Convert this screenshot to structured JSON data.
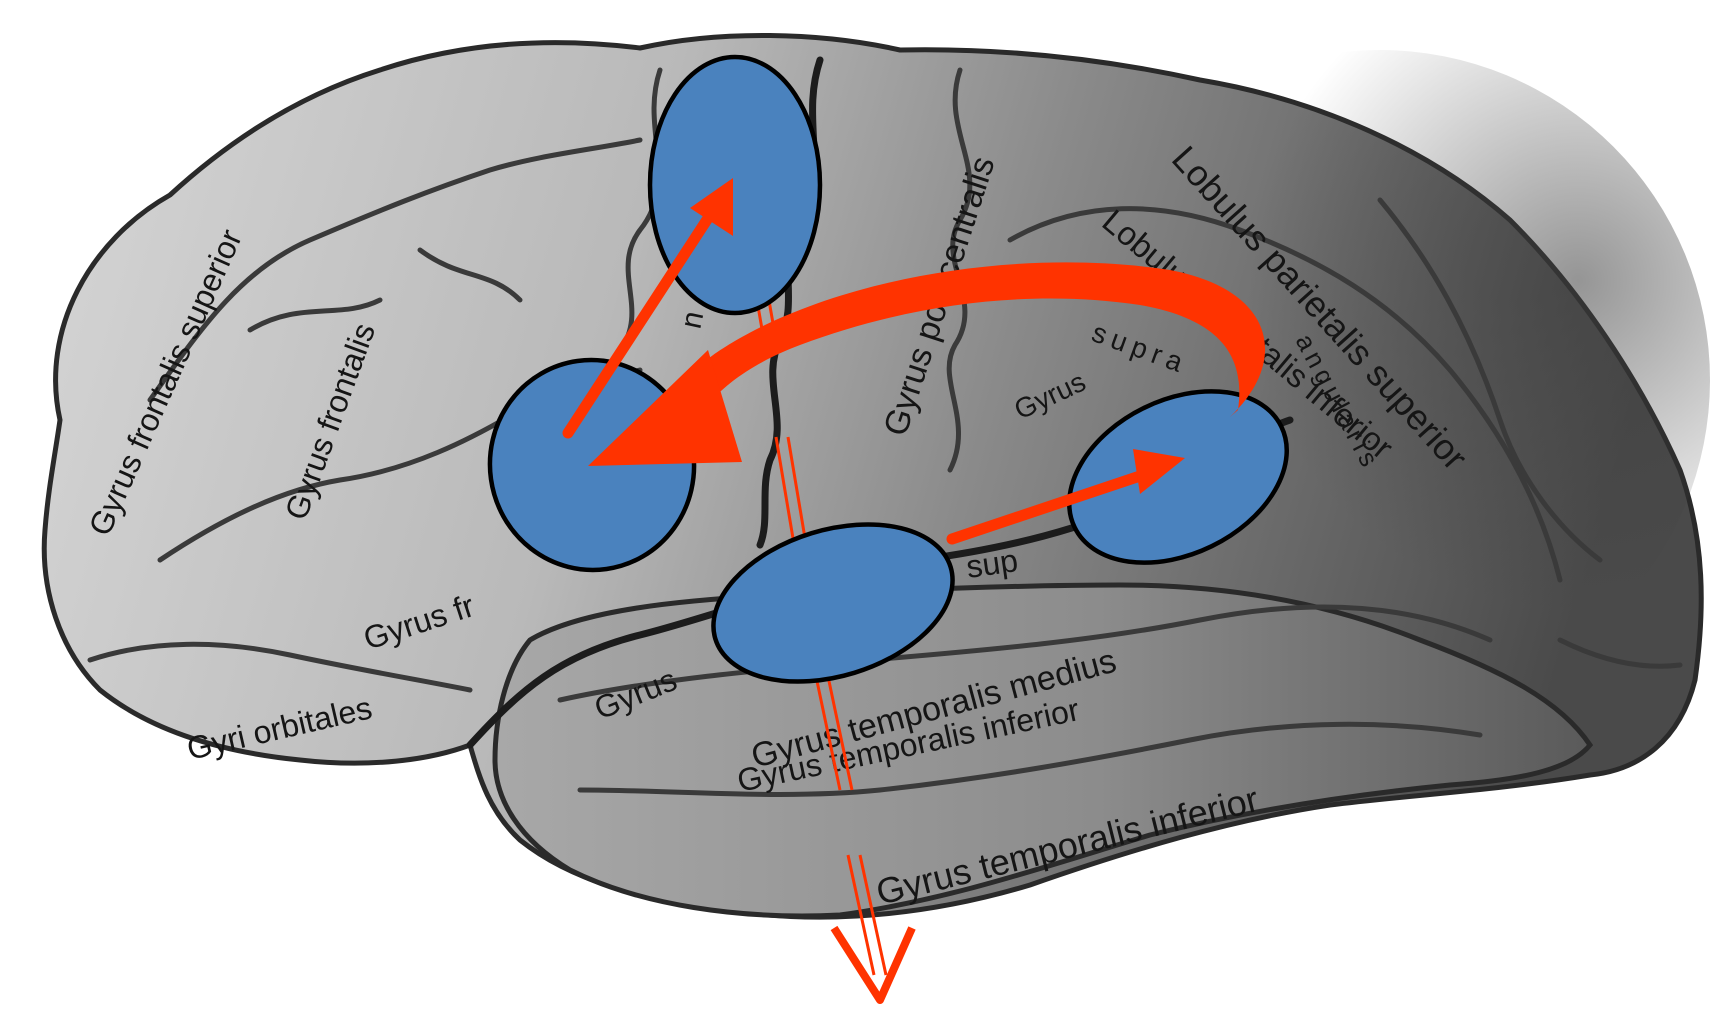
{
  "labels": {
    "gyrus_frontalis_superior": "Gyrus frontalis superior",
    "gyrus_frontalis_medius": "Gyrus frontalis",
    "gyrus_frontalis_inferior": "Gyrus fr",
    "gyri_orbitales": "Gyri orbitales",
    "gyrus_precentralis_fragment": "n",
    "gyrus_postcentralis": "Gyrus postcentralis",
    "lobulus_parietalis_superior": "Lobulus parietalis superior",
    "lobulus_parietalis_inferior": "Lobulus parietalis inferior",
    "gyrus_supramarginalis_word": "Gyrus",
    "gyrus_supramarginalis_fragment": "supra",
    "gyrus_angularis_fragment": "angularis",
    "gyrus_temporalis_superior_fragment": "sup",
    "gyrus_temporalis_superior_word": "Gyrus",
    "gyrus_temporalis_medius": "Gyrus temporalis medius",
    "gyrus_temporalis_inferior_label": "Gyrus temporalis inferior",
    "gyrus_temporalis_inferior": "Gyrus temporalis inferior"
  },
  "colors": {
    "region_fill": "#4a82be",
    "region_outline": "#000000",
    "arrow": "#ff3300",
    "cortex_light": "#c8c8c8",
    "cortex_dark": "#4e4e4e"
  },
  "icons": {
    "arrowhead": "triangle",
    "hollow_stream": "double-line-arrow"
  }
}
